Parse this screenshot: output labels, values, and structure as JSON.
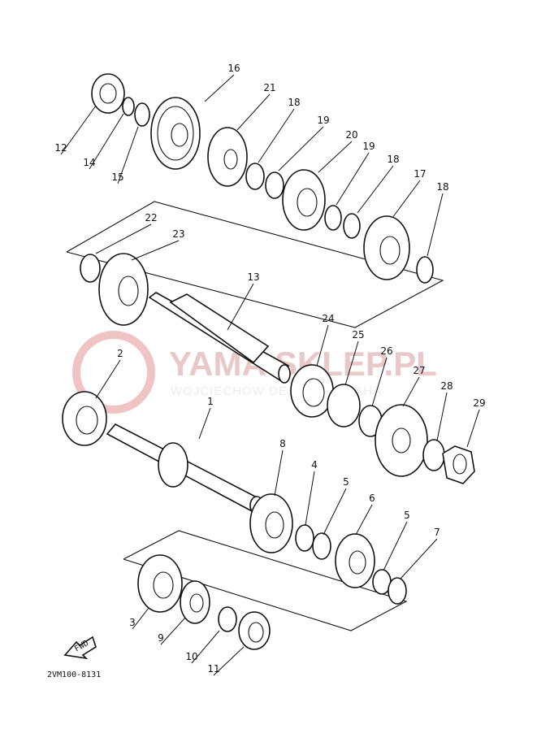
{
  "watermark": {
    "title": "YAMA SKLEP.PL",
    "subtitle": "WOJCIECHOW DEALER YAMAHA"
  },
  "diagram_code": "2VM100-8131",
  "fwd_label": "FWD",
  "callouts": [
    "1",
    "2",
    "3",
    "4",
    "5",
    "5",
    "6",
    "7",
    "8",
    "9",
    "10",
    "11",
    "12",
    "13",
    "14",
    "15",
    "16",
    "17",
    "18",
    "18",
    "18",
    "19",
    "19",
    "20",
    "21",
    "22",
    "23",
    "24",
    "25",
    "26",
    "27",
    "28",
    "29"
  ]
}
